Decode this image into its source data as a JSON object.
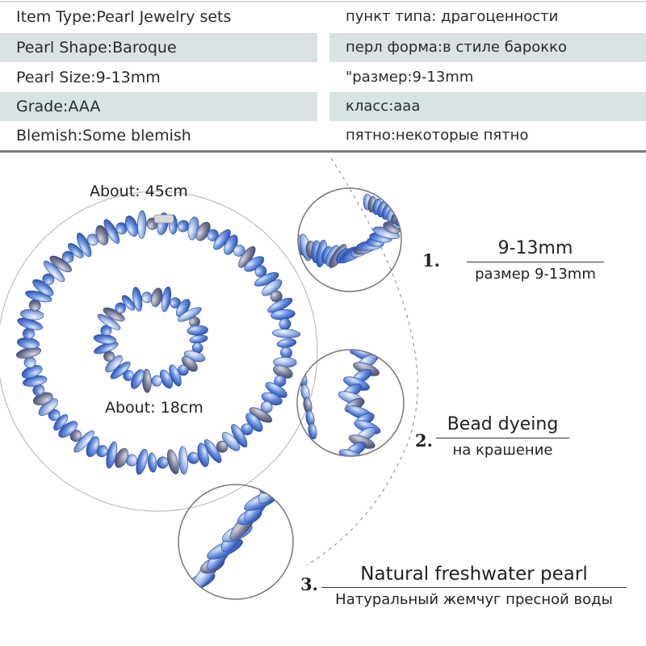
{
  "specs": {
    "left": [
      "Item Type:Pearl Jewelry sets",
      "Pearl Shape:Baroque",
      "Pearl Size:9-13mm",
      "Grade:AAA",
      "Blemish:Some blemish"
    ],
    "right": [
      "пункт типа: драгоценности",
      "перл форма:в стиле барокко",
      "\"размер:9-13mm",
      "класс:ааа",
      "пятно:некоторые пятно"
    ]
  },
  "measurements": {
    "necklace": "About: 45cm",
    "bracelet": "About: 18cm"
  },
  "features": [
    {
      "number": "1.",
      "title": "9-13mm",
      "subtitle": "размер 9-13mm"
    },
    {
      "number": "2.",
      "title": "Bead dyeing",
      "subtitle": "на крашение"
    },
    {
      "number": "3.",
      "title": "Natural freshwater pearl",
      "subtitle": "Натуральный жемчуг пресной воды"
    }
  ],
  "colors": {
    "row_shade": "#d8e3e3",
    "pearl_blue": "#3f6fd1",
    "pearl_light": "#a8c4ef",
    "pearl_grey": "#8a8fa6"
  }
}
